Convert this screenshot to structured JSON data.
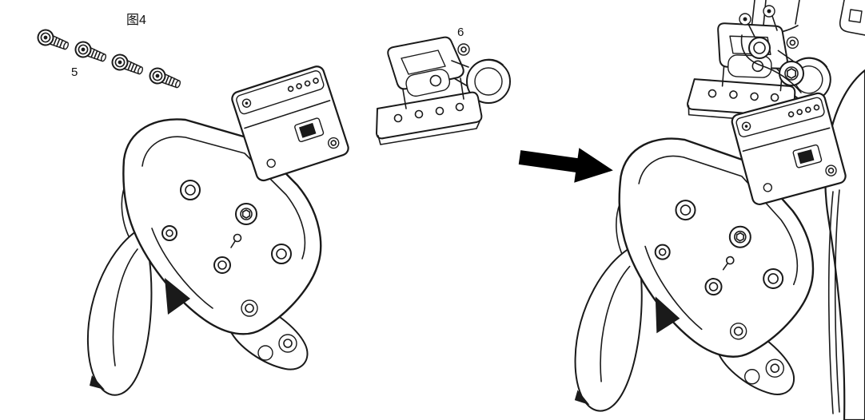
{
  "figure": {
    "title": "图4",
    "labels": {
      "part5": "5",
      "part6": "6"
    }
  },
  "colors": {
    "line": "#1a1a1a",
    "fill": "#ffffff",
    "shadow": "#222222",
    "arrow": "#000000",
    "background": "#ffffff"
  }
}
